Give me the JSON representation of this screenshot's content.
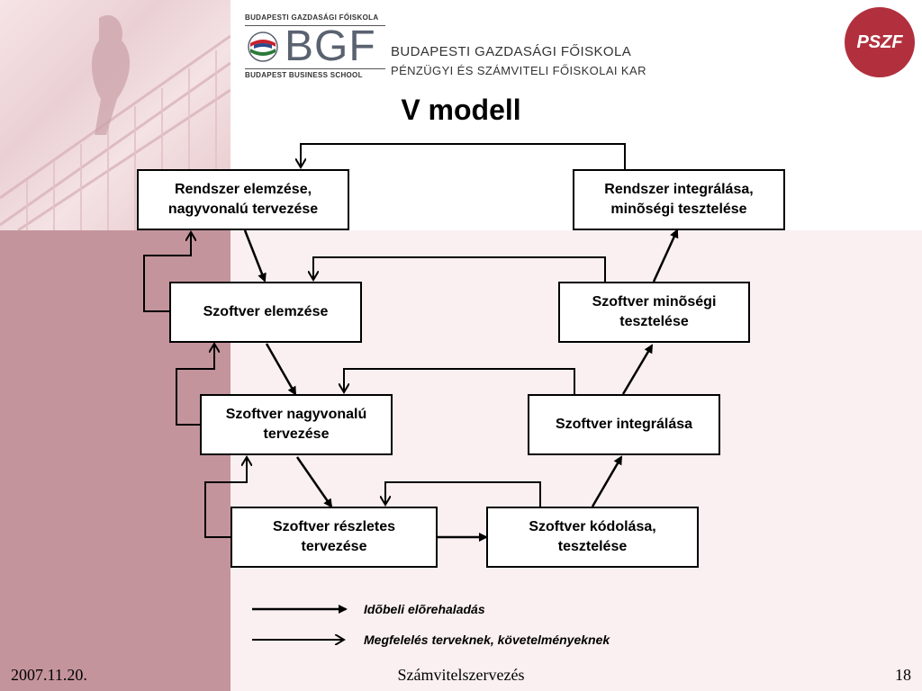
{
  "header": {
    "bgf_top": "BUDAPESTI GAZDASÁGI FŐISKOLA",
    "bgf_letters": "BGF",
    "bgf_bottom": "BUDAPEST BUSINESS SCHOOL",
    "school_name": "BUDAPESTI GAZDASÁGI FŐISKOLA",
    "faculty_name": "PÉNZÜGYI ÉS SZÁMVITELI FŐISKOLAI KAR",
    "pszf_text": "PSZF"
  },
  "title": "V modell",
  "boxes": {
    "rendszer_elemzes": "Rendszer elemzése,\nnagyvonalú tervezése",
    "rendszer_integralas": "Rendszer integrálása,\nminõségi tesztelése",
    "szoftver_elemzes": "Szoftver elemzése",
    "szoftver_minosegi": "Szoftver minõségi\ntesztelése",
    "szoftver_nagyvonalu": "Szoftver nagyvonalú\ntervezése",
    "szoftver_integralas": "Szoftver integrálása",
    "szoftver_reszletes": "Szoftver részletes\ntervezése",
    "szoftver_kodolas": "Szoftver kódolása,\ntesztelése"
  },
  "legend": {
    "time_progress": "Idõbeli elõrehaladás",
    "conformance": "Megfelelés terveknek, követelményeknek"
  },
  "footer": {
    "date": "2007.11.20.",
    "course": "Számvitelszervezés",
    "page": "18"
  },
  "colors": {
    "left_band": "#c4949c",
    "right_band": "#faf0f2",
    "pszf_red": "#b2303e"
  }
}
